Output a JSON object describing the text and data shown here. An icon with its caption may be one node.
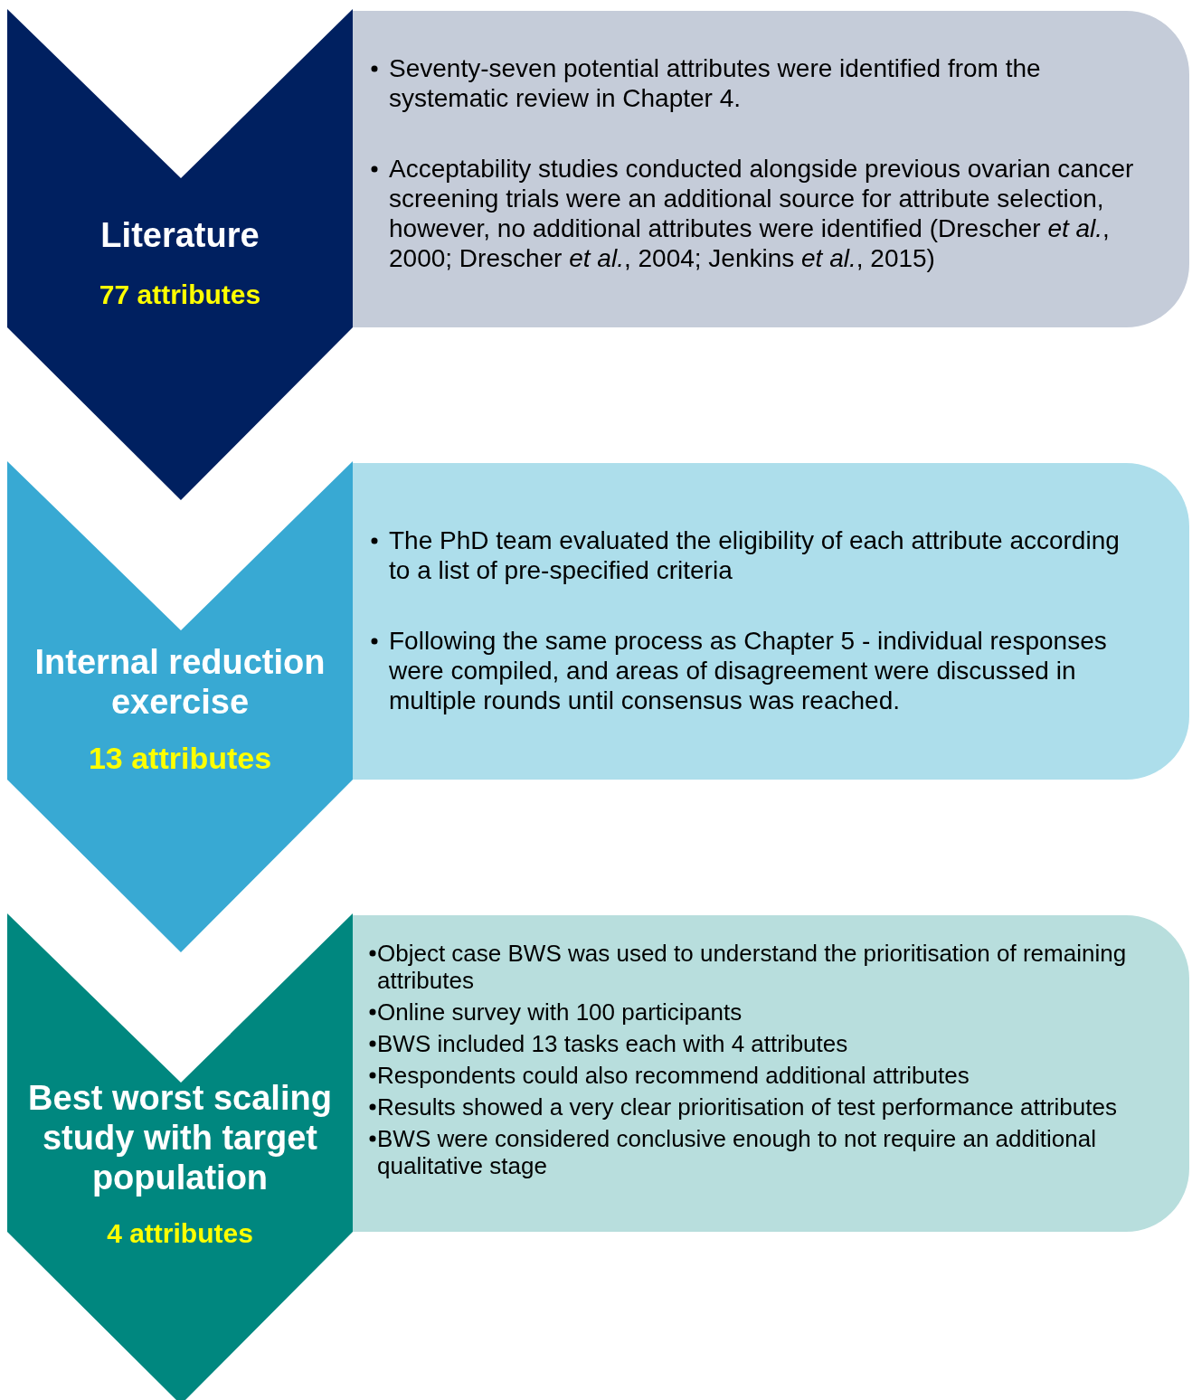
{
  "diagram": {
    "nodes": [
      {
        "text": [
          "Literature",
          "77 attributes"
        ]
      },
      {
        "text": [
          "Seventy-seven potential attributes were identified from the systematic review in Chapter 4.",
          "Acceptability studies conducted alongside previous ovarian cancer screening trials were an additional source for attribute selection, however, no additional attributes were identified (Drescher *et al.*, 2000; Drescher *et al.*, 2004; Jenkins *et al.*, 2015)"
        ]
      },
      {
        "text": [
          "Internal reduction exercise",
          "13 attributes"
        ]
      },
      {
        "text": [
          "The PhD team evaluated the eligibility of each attribute according to a list of pre-specified criteria",
          "Following the same process as Chapter 5 - individual responses were compiled, and areas of disagreement were discussed in multiple rounds until consensus was reached."
        ]
      },
      {
        "text": [
          "Best worst scaling study with target population",
          "4 attributes"
        ]
      },
      {
        "text": [
          "Object case BWS was used to understand the prioritisation of remaining attributes",
          "Online survey with 100 participants",
          "BWS included 13 tasks each with 4 attributes",
          "Respondents could also recommend additional attributes",
          "Results showed a very clear prioritisation of test performance attributes",
          "BWS were considered conclusive enough to not require an additional qualitative stage"
        ]
      }
    ]
  }
}
